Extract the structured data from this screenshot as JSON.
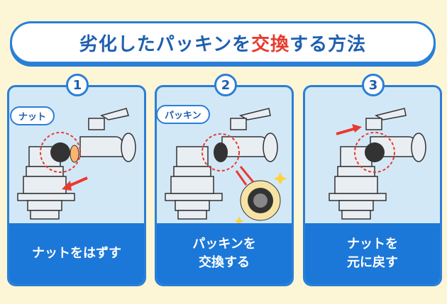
{
  "title": {
    "before": "劣化したパッキンを",
    "accent": "交換",
    "after": "する方法"
  },
  "steps": [
    {
      "number": "1",
      "label": "ナットをはずす",
      "tag": "ナット"
    },
    {
      "number": "2",
      "label": "パッキンを\n交換する",
      "tag": "パッキン"
    },
    {
      "number": "3",
      "label": "ナットを\n元に戻す"
    }
  ],
  "colors": {
    "accent": "#e83a2d",
    "blue": "#1c78d8",
    "background": "#fdf6d6"
  }
}
